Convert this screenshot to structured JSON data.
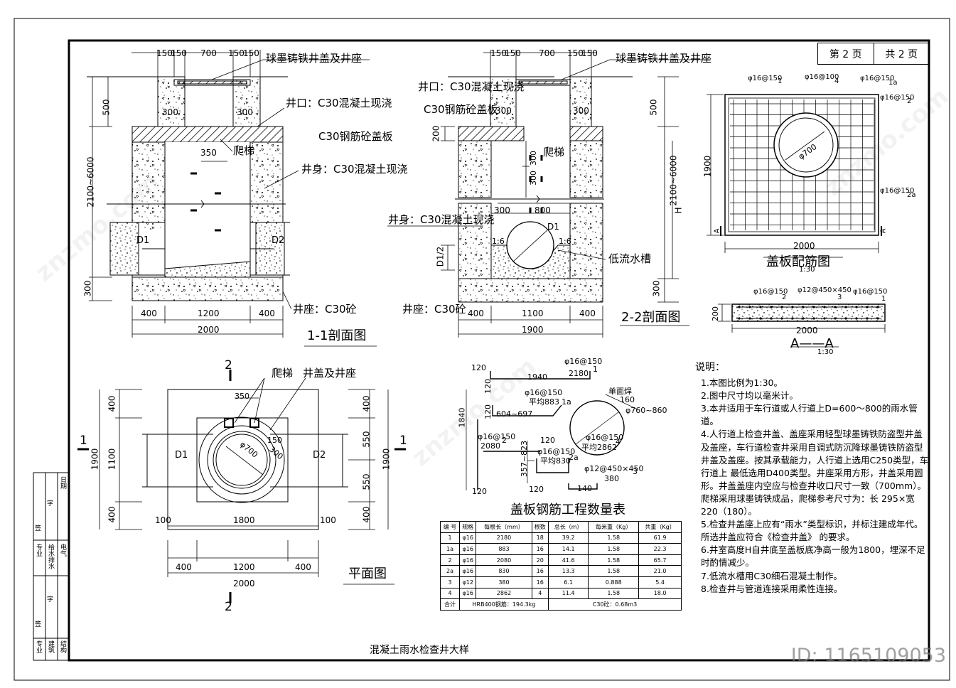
{
  "page": {
    "label": "第 2 页",
    "total": "共 2 页"
  },
  "drawing_title": "混凝土雨水检查井大样",
  "watermark": "znzmo.com",
  "id_tag": "ID: 1165109053",
  "section1": {
    "title": "1-1剖面图",
    "top_dims": [
      "150",
      "150",
      "700",
      "150",
      "150"
    ],
    "labels": {
      "cover": "球墨铸铁井盖及井座",
      "neck": "井口：C30混凝土现浇",
      "slab": "C30钢筋砼盖板",
      "ladder": "爬梯",
      "body": "井身：C30混凝土现浇",
      "base": "井座：C30砼"
    },
    "dims": {
      "d500": "500",
      "d300a": "300",
      "d300b": "300",
      "d350": "350",
      "height": "2100~6000",
      "d300base": "300",
      "b400a": "400",
      "b1200": "1200",
      "b400b": "400",
      "b2000": "2000"
    },
    "pipes": {
      "d1": "D1",
      "d2": "D2"
    }
  },
  "section2": {
    "title": "2-2剖面图",
    "top_dims": [
      "150",
      "150",
      "700",
      "150",
      "150"
    ],
    "labels": {
      "cover": "球墨铸铁井盖及井座",
      "neck": "井口：C30混凝土现浇",
      "slab": "C30钢筋砼盖板",
      "ladder": "爬梯",
      "body": "井身：C30混凝土现浇",
      "base": "井座：C30砼",
      "channel": "低流水槽"
    },
    "dims": {
      "d300a": "300",
      "d300b": "300",
      "d500": "500",
      "d200": "200",
      "d300c": "300",
      "d300d": "300",
      "d300e": "300",
      "d800": "800",
      "height": "2100~6000",
      "h": "H",
      "d300base": "300",
      "half": "D1/2",
      "slope1": "1:6",
      "slope2": "1:6",
      "b400a": "400",
      "b1100": "1100",
      "b400b": "400",
      "b1900": "1900"
    },
    "pipe": "D1"
  },
  "plan": {
    "title": "平面图",
    "labels": {
      "ladder": "爬梯",
      "cover": "井盖及井座"
    },
    "dims": {
      "d350": "350",
      "d150": "150",
      "d300": "300",
      "phi700": "φ700",
      "l400a": "400",
      "l1100": "1100",
      "l400b": "400",
      "l1900": "1900",
      "r400a": "400",
      "r550a": "550",
      "r550b": "550",
      "r400b": "400",
      "r1900": "1900",
      "i100a": "100",
      "i1800": "1800",
      "i100b": "100",
      "b400a": "400",
      "b1200": "1200",
      "b400b": "400",
      "b2000": "2000"
    },
    "pipes": {
      "d1": "D1",
      "d2": "D2"
    },
    "cut_marks": {
      "left": "1",
      "right": "1",
      "top": "2",
      "bottom": "2"
    }
  },
  "rebar_plan": {
    "title": "盖板配筋图",
    "scale": "1:30",
    "labels": {
      "l1": "φ16@150",
      "l4": "φ16@100",
      "l1a": "φ16@150",
      "l2": "φ16@150",
      "l2a": "φ16@150",
      "phi": "φ700"
    },
    "marks": {
      "m1": "1",
      "m4": "4",
      "m1a": "1a",
      "m2": "2",
      "m2a": "2a"
    },
    "dims": {
      "w2000": "2000",
      "h1900": "1900"
    },
    "cut": "A"
  },
  "section_aa": {
    "title": "A——A",
    "scale": "1:30",
    "labels": {
      "l2": "φ16@150",
      "l3": "φ12@450×450",
      "l1": "φ16@150"
    },
    "marks": {
      "m2": "2",
      "m3": "3",
      "m1": "1"
    },
    "dims": {
      "h200": "200",
      "w2000": "2000"
    }
  },
  "rebar_shapes": {
    "b1_top": "φ16@150",
    "b1_len": "2180",
    "b1_mark": "1",
    "b1_dim": "1940",
    "b120a": "120",
    "b120b": "120",
    "b120c": "120",
    "b120d": "120",
    "b1840": "1840",
    "b1a_top": "φ16@150",
    "b1a_avg": "平均883",
    "b1a_range": "604~697",
    "b1a_mark": "1a",
    "b2_top": "φ16@150",
    "b2_len": "2080",
    "b2_mark": "2",
    "b2a_top": "φ16@150",
    "b2a_avg": "平均830",
    "b2a_range": "357~823",
    "b2a_mark": "2a",
    "single": "单面焊",
    "d160": "160",
    "phi760": "φ760~860",
    "b4_top": "φ16@150",
    "b4_avg": "平均2862",
    "b4_mark": "4",
    "b3": "φ12@450×450",
    "b3_mark": "3",
    "d380": "380",
    "d140": "140"
  },
  "qty_table": {
    "title": "盖板钢筋工程数量表",
    "headers": [
      "编 号",
      "规格",
      "每根长（mm）",
      "根数",
      "总长（m）",
      "每米重（Kg）",
      "共重（Kg）"
    ],
    "rows": [
      [
        "1",
        "φ16",
        "2180",
        "18",
        "39.2",
        "1.58",
        "61.9"
      ],
      [
        "1a",
        "φ16",
        "883",
        "16",
        "14.1",
        "1.58",
        "22.3"
      ],
      [
        "2",
        "φ16",
        "2080",
        "20",
        "41.6",
        "1.58",
        "65.7"
      ],
      [
        "2a",
        "φ16",
        "830",
        "16",
        "13.3",
        "1.58",
        "21.0"
      ],
      [
        "3",
        "φ12",
        "380",
        "16",
        "6.1",
        "0.888",
        "5.4"
      ],
      [
        "4",
        "φ16",
        "2862",
        "4",
        "11.4",
        "1.58",
        "18.0"
      ]
    ],
    "total": {
      "label": "合计",
      "steel": "HRB400钢筋：194.3kg",
      "concrete": "C30砼：0.68m3"
    }
  },
  "notes": {
    "title": "说明：",
    "items": [
      "1.本图比例为1:30。",
      "2.图中尺寸均以毫米计。",
      "3.本井适用于车行道或人行道上D=600～800的雨水管道。",
      "4.人行道上检查井盖、盖座采用轻型球墨铸铁防盗型井盖及盖座，车行道检查井采用自调式防沉降球墨铸铁防盗型井盖及盖座。按其承载能力，人行道上选用C250类型，车行道上 最低选用D400类型。井座采用方形，井盖采用圆形。井盖盖座内空应与检查井收口尺寸一致（700mm）。 爬梯采用球墨铸铁成品，爬梯参考尺寸为：长 295×宽 220（180）。",
      "5.检查井盖座上应有“雨水”类型标识，并标注建成年代。所选井盖应符合《检查井盖》 的要求。",
      "6.井室高度H自井底至盖板底净高一般为1800，埋深不足时酌情减少。",
      "7.低流水槽用C30细石混凝土制作。",
      "8.检查井与管道连接采用柔性连接。"
    ]
  },
  "signature_block": {
    "rows1": [
      "日期",
      "字",
      "签"
    ],
    "rows2": [
      "专业",
      "给水排水",
      "电气"
    ],
    "rows3": [
      "字",
      "签"
    ],
    "rows4": [
      "专业",
      "建筑",
      "结构"
    ]
  }
}
